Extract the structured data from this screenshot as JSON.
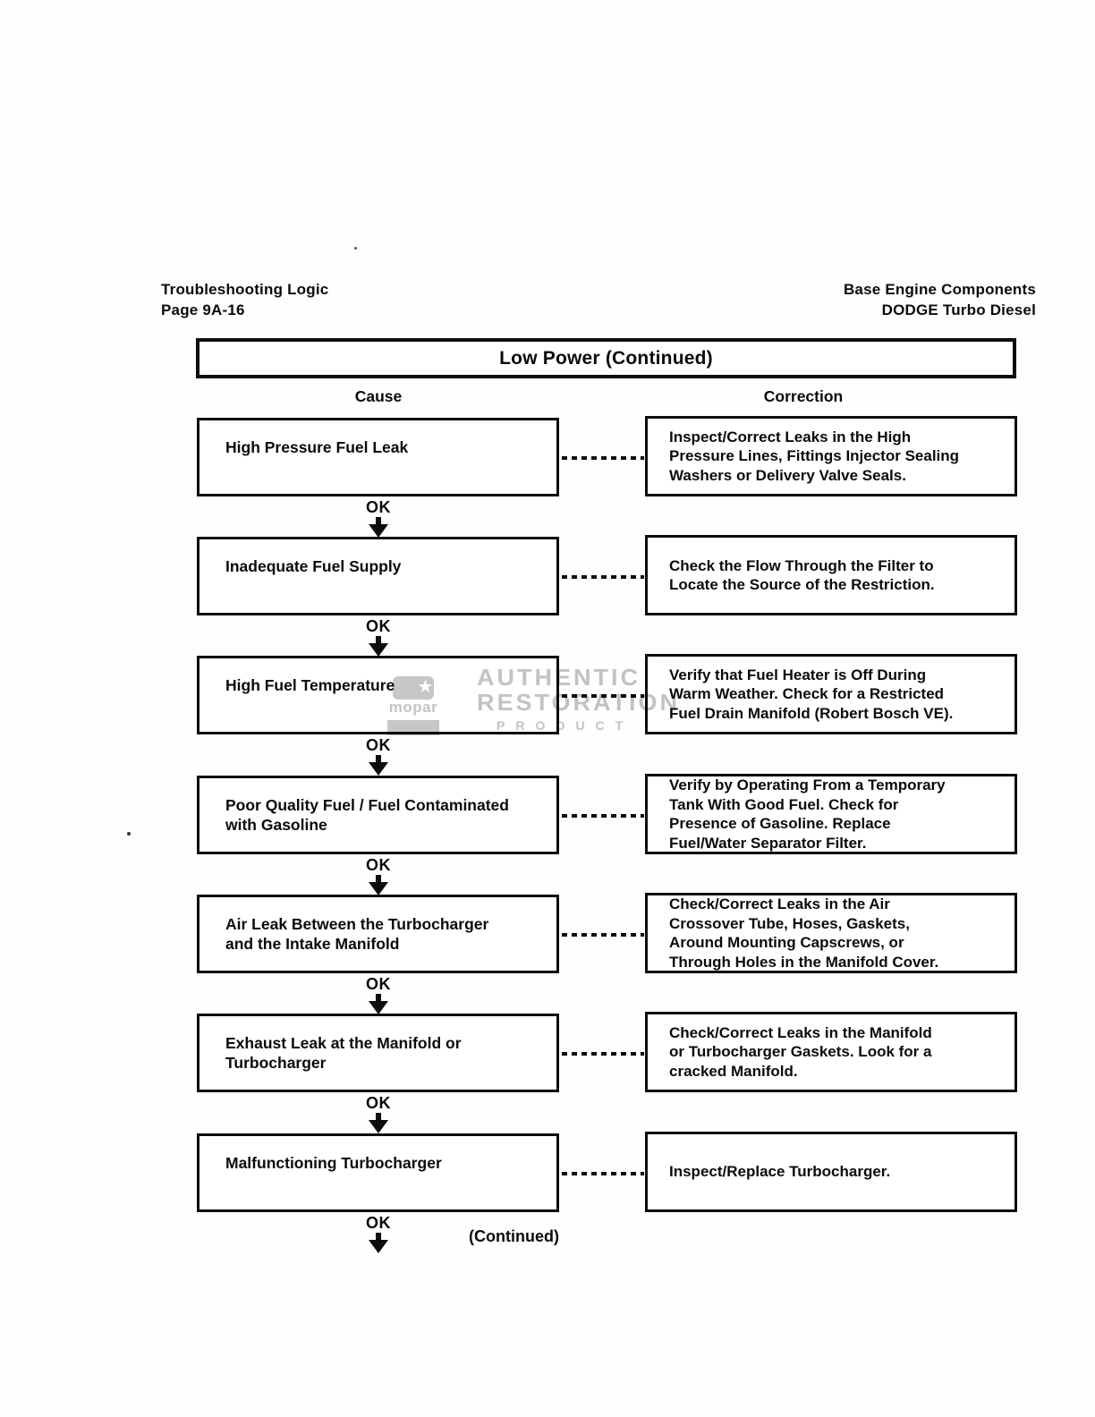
{
  "header": {
    "left_line1": "Troubleshooting Logic",
    "left_line2": "Page 9A-16",
    "right_line1": "Base Engine Components",
    "right_line2": "DODGE Turbo Diesel"
  },
  "title": "Low Power (Continued)",
  "columns": {
    "cause": "Cause",
    "correction": "Correction"
  },
  "labels": {
    "ok": "OK",
    "continued": "(Continued)"
  },
  "rows": [
    {
      "cause_lines": [
        "High Pressure Fuel Leak"
      ],
      "correction_lines": [
        "Inspect/Correct Leaks in the High",
        "Pressure Lines, Fittings Injector Sealing",
        "Washers or Delivery Valve Seals."
      ]
    },
    {
      "cause_lines": [
        "Inadequate Fuel Supply"
      ],
      "correction_lines": [
        "Check the Flow Through the Filter to",
        "Locate the Source of the Restriction."
      ]
    },
    {
      "cause_lines": [
        "High Fuel Temperature"
      ],
      "correction_lines": [
        "Verify that Fuel Heater is Off During",
        "Warm Weather. Check for a Restricted",
        "Fuel Drain Manifold (Robert Bosch VE)."
      ]
    },
    {
      "cause_lines": [
        "Poor Quality Fuel / Fuel Contaminated",
        "with Gasoline"
      ],
      "correction_lines": [
        "Verify by Operating From a Temporary",
        "Tank With Good Fuel. Check for",
        "Presence of Gasoline. Replace",
        "Fuel/Water Separator Filter."
      ]
    },
    {
      "cause_lines": [
        "Air Leak Between the Turbocharger",
        "and the Intake Manifold"
      ],
      "correction_lines": [
        "Check/Correct Leaks in the Air",
        "Crossover Tube, Hoses, Gaskets,",
        "Around Mounting Capscrews, or",
        "Through Holes in the Manifold Cover."
      ]
    },
    {
      "cause_lines": [
        "Exhaust Leak at the Manifold or",
        "Turbocharger"
      ],
      "correction_lines": [
        "Check/Correct Leaks in the Manifold",
        "or Turbocharger Gaskets. Look for a",
        "cracked Manifold."
      ]
    },
    {
      "cause_lines": [
        "Malfunctioning Turbocharger"
      ],
      "correction_lines": [
        "Inspect/Replace Turbocharger."
      ]
    }
  ],
  "watermark": {
    "line1": "AUTHENTIC",
    "line2": "RESTORATION",
    "line3": "PRODUCT",
    "logo_text": "mopar",
    "star_icon": "★",
    "color": "#c3c3c3"
  }
}
